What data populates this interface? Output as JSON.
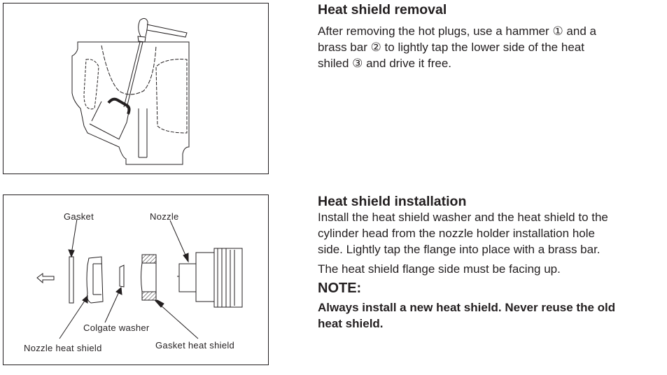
{
  "removal": {
    "title": "Heat shield removal",
    "lines": [
      "After removing the hot plugs, use a hammer  ①  and a",
      "brass bar  ②   to lightly tap the lower side of the heat",
      "shiled   ③  and drive it free."
    ]
  },
  "installation": {
    "title": "Heat shield installation",
    "lines": [
      "Install the heat shield washer and the heat shield to the",
      "cylinder head from the nozzle holder installation hole",
      "side.  Lightly tap the flange into place with a brass bar."
    ],
    "flange_note": "The heat shield flange side must be facing up.",
    "note_heading": "NOTE:",
    "note_lines": [
      "Always install a new heat shield.  Never reuse the old",
      "heat shield."
    ]
  },
  "figure2_labels": {
    "gasket": "Gasket",
    "nozzle": "Nozzle",
    "colgate_washer": "Colgate washer",
    "nozzle_heat_shield": "Nozzle heat shield",
    "gasket_heat_shield": "Gasket heat shield"
  }
}
